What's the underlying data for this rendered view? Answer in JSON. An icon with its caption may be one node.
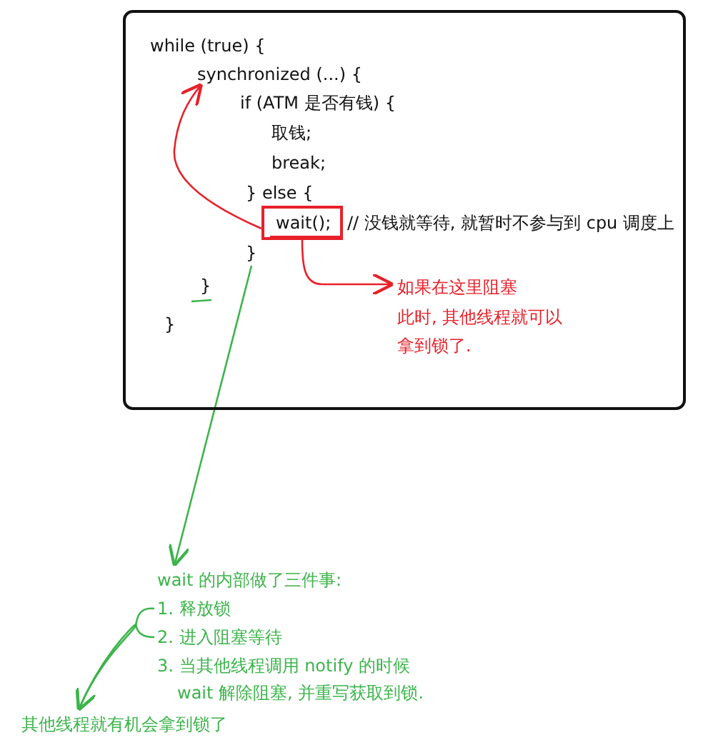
{
  "diagram": {
    "nodes": [
      {
        "text": [],
        "shape": "box"
      },
      {
        "text": [
          "while (true) {"
        ],
        "in": 0
      },
      {
        "text": [
          "synchronized (...) {"
        ],
        "in": 0
      },
      {
        "text": [
          "if (ATM 是否有钱) {"
        ],
        "in": 0
      },
      {
        "text": [
          "取钱;"
        ],
        "in": 0
      },
      {
        "text": [
          "break;"
        ],
        "in": 0
      },
      {
        "text": [
          "}  else {"
        ],
        "in": 0
      },
      {
        "text": [
          "wait();"
        ],
        "in": 0
      },
      {
        "text": [
          "// 没钱就等待, 就暂时不参与到 cpu 调度上"
        ],
        "in": 0
      },
      {
        "text": [
          "}"
        ],
        "in": 0
      },
      {
        "text": [
          "}"
        ],
        "in": 0
      },
      {
        "text": [
          "}"
        ],
        "in": 0
      },
      {
        "text": [
          "如果在这里阻塞",
          "此时, 其他线程就可以",
          "拿到锁了."
        ],
        "in": 0
      },
      {
        "text": [
          "wait 的内部做了三件事:"
        ]
      },
      {
        "text": [
          "1. 释放锁"
        ]
      },
      {
        "text": [
          "2. 进入阻塞等待"
        ]
      },
      {
        "text": [
          "3. 当其他线程调用 notify 的时候",
          "wait 解除阻塞, 并重写获取到锁."
        ]
      },
      {
        "text": [
          "其他线程就有机会拿到锁了"
        ]
      }
    ],
    "edges": [
      {
        "from": 7,
        "to": 12,
        "arrow": "to",
        "color": "#e8202a"
      },
      {
        "from": 7,
        "to": 2,
        "arrow": "to",
        "color": "#e8202a"
      },
      {
        "from": 9,
        "to": 13,
        "arrow": "to",
        "color": "#3cb44b"
      },
      {
        "from": 14,
        "to": 17,
        "arrow": "to",
        "color": "#3cb44b"
      },
      {
        "from": 15,
        "to": 17,
        "arrow": "to",
        "color": "#3cb44b"
      }
    ]
  }
}
